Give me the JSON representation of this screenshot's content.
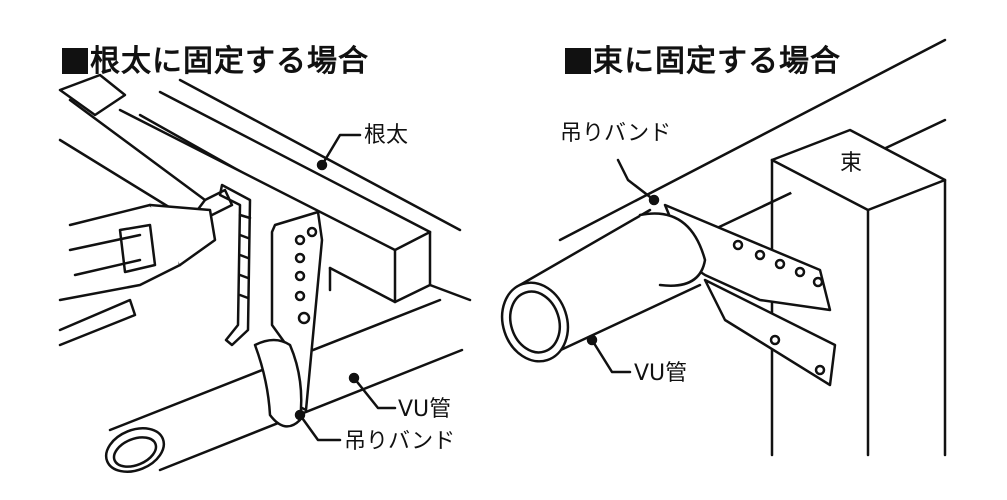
{
  "left_panel": {
    "title": "根太に固定する場合",
    "labels": {
      "joist": "根太",
      "pipe": "VU管",
      "band": "吊りバンド"
    }
  },
  "right_panel": {
    "title": "束に固定する場合",
    "labels": {
      "band": "吊りバンド",
      "post": "束",
      "pipe": "VU管"
    }
  }
}
